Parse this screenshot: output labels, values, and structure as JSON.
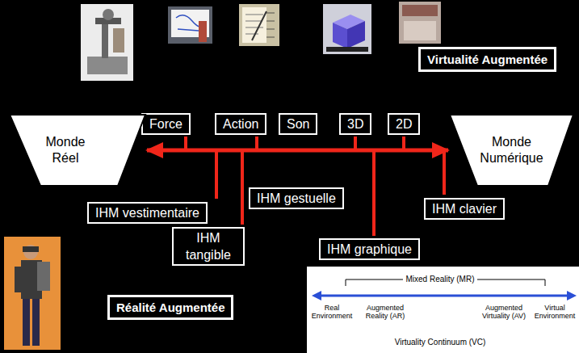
{
  "diagram": {
    "nodes": [
      {
        "text": [
          "Virtualité Augmentée"
        ]
      },
      {
        "text": [
          "Force"
        ]
      },
      {
        "text": [
          "Action"
        ]
      },
      {
        "text": [
          "Son"
        ]
      },
      {
        "text": [
          "3D"
        ]
      },
      {
        "text": [
          "2D"
        ]
      },
      {
        "text": [
          "Monde Réel"
        ]
      },
      {
        "text": [
          "Monde Numérique"
        ]
      },
      {
        "text": [
          "IHM vestimentaire"
        ]
      },
      {
        "text": [
          "IHM gestuelle"
        ]
      },
      {
        "text": [
          "IHM clavier"
        ]
      },
      {
        "text": [
          "IHM tangible"
        ]
      },
      {
        "text": [
          "IHM graphique"
        ]
      },
      {
        "text": [
          "Réalité Augmentée"
        ]
      }
    ],
    "edges": [
      {
        "from": 6,
        "to": 7,
        "arrow": "both"
      }
    ],
    "labels": [
      "Mixed Reality (MR)",
      "Real Environment",
      "Augmented Reality (AR)",
      "Augmented Virtuality (AV)",
      "Virtual Environment",
      "Virtuality Continuum (VC)"
    ]
  }
}
